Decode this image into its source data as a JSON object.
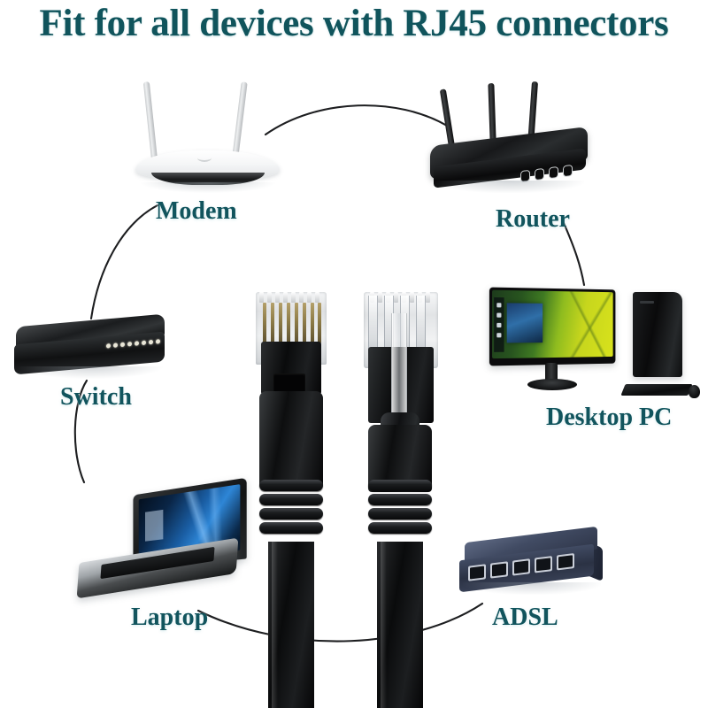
{
  "title": "Fit for all devices with RJ45 connectors",
  "theme": {
    "background": "#ffffff",
    "title_color": "#10545c",
    "label_color": "#11545d",
    "cable_color": "#0a0b0c",
    "connector_clear_color": "#eef0f1",
    "pin_gold_color": "#8e7c48",
    "adsl_color": "#414b63",
    "arc_color": "#1d1e20"
  },
  "devices": [
    {
      "id": "modem",
      "label": "Modem",
      "type": "wireless-modem",
      "antennas": 2,
      "color": "white"
    },
    {
      "id": "router",
      "label": "Router",
      "type": "wireless-router",
      "antennas": 3,
      "color": "black",
      "leds": 4
    },
    {
      "id": "switch",
      "label": "Switch",
      "type": "network-switch",
      "color": "black",
      "leds": 8
    },
    {
      "id": "desktop",
      "label": "Desktop PC",
      "type": "desktop-computer",
      "color": "black"
    },
    {
      "id": "laptop",
      "label": "Laptop",
      "type": "laptop-computer",
      "color": "black"
    },
    {
      "id": "adsl",
      "label": "ADSL",
      "type": "adsl-modem",
      "color": "navy",
      "ports": 5
    }
  ],
  "cables": [
    {
      "id": "cable-left",
      "view": "front",
      "pins": 8,
      "description": "RJ45 plug front view with 8 gold contacts"
    },
    {
      "id": "cable-right",
      "view": "rear",
      "pins": 0,
      "description": "RJ45 plug rear view with latch clip"
    }
  ],
  "connections": [
    {
      "from": "modem",
      "to": "router"
    },
    {
      "from": "switch",
      "to": "modem"
    },
    {
      "from": "laptop",
      "to": "switch"
    },
    {
      "from": "router",
      "to": "desktop"
    },
    {
      "from": "laptop",
      "to": "adsl"
    }
  ]
}
